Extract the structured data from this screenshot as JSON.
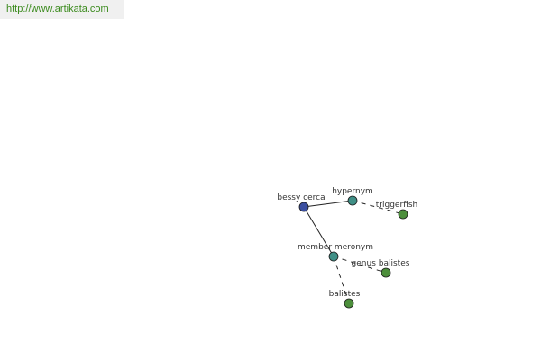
{
  "site_link": {
    "text": "http://www.artikata.com",
    "color": "#3a8a1c"
  },
  "graph": {
    "nodes": [
      {
        "id": "bessy-cerca",
        "label": "bessy cerca",
        "color": "#3b4fa0"
      },
      {
        "id": "hypernym",
        "label": "hypernym",
        "color": "#3f8f86"
      },
      {
        "id": "triggerfish",
        "label": "triggerfish",
        "color": "#4c8e3b"
      },
      {
        "id": "member-meronym",
        "label": "member meronym",
        "color": "#3f8f86"
      },
      {
        "id": "genus-balistes",
        "label": "genus balistes",
        "color": "#4c8e3b"
      },
      {
        "id": "balistes",
        "label": "balistes",
        "color": "#4c8e3b"
      }
    ],
    "edges": [
      {
        "from": "bessy-cerca",
        "to": "hypernym",
        "style": "solid"
      },
      {
        "from": "bessy-cerca",
        "to": "member-meronym",
        "style": "solid"
      },
      {
        "from": "hypernym",
        "to": "triggerfish",
        "style": "dashed"
      },
      {
        "from": "member-meronym",
        "to": "genus-balistes",
        "style": "dashed"
      },
      {
        "from": "member-meronym",
        "to": "balistes",
        "style": "dashed"
      }
    ]
  }
}
